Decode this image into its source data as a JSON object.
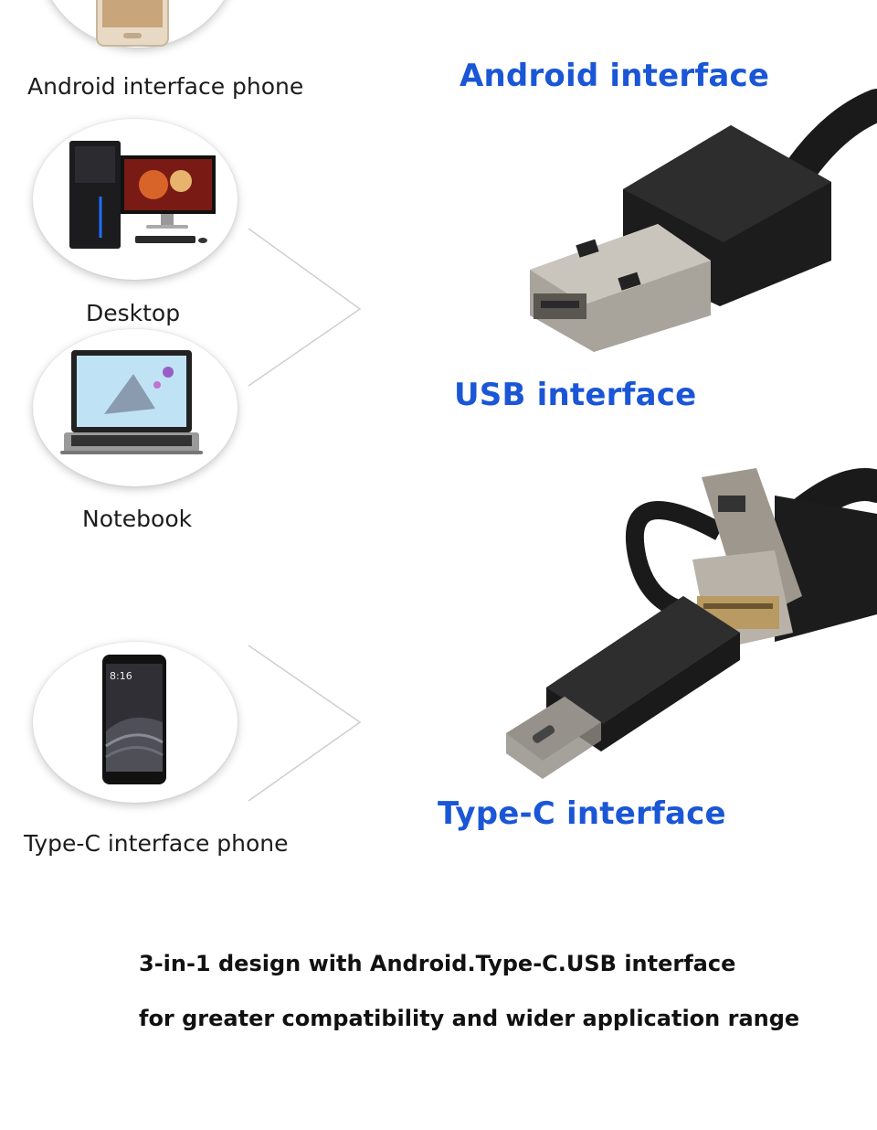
{
  "devices": {
    "android_phone_label": "Android interface phone",
    "desktop_label": "Desktop",
    "notebook_label": "Notebook",
    "typec_phone_label": "Type-C interface phone",
    "typec_phone_screen_time": "8:16"
  },
  "interfaces": {
    "android": "Android interface",
    "usb": "USB interface",
    "typec": "Type-C interface",
    "label_color": "#1a56d6"
  },
  "caption": {
    "line1": "3-in-1 design with Android.Type-C.USB interface",
    "line2": "for greater compatibility and wider application range"
  },
  "icons": [
    "android-phone-icon",
    "desktop-computer-icon",
    "notebook-icon",
    "typec-phone-icon",
    "usb-android-connector-icon",
    "typec-connector-icon"
  ]
}
